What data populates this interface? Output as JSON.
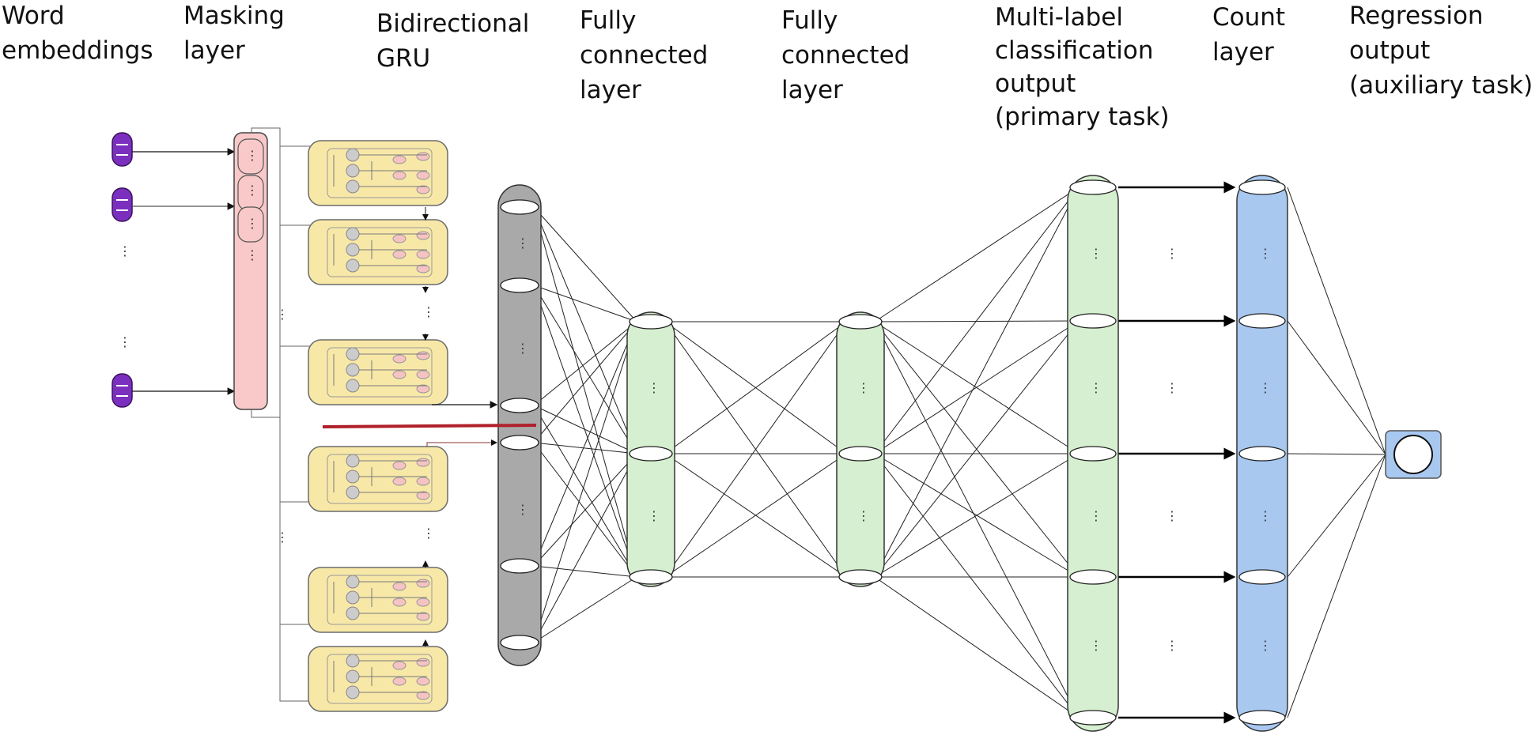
{
  "labels": {
    "word_embeddings": [
      "Word",
      "embeddings"
    ],
    "masking_layer": [
      "Masking",
      "layer"
    ],
    "bidirectional_gru": [
      "Bidirectional",
      "GRU"
    ],
    "fc1": [
      "Fully",
      "connected",
      "layer"
    ],
    "fc2": [
      "Fully",
      "connected",
      "layer"
    ],
    "multilabel": [
      "Multi-label",
      "classification",
      "output",
      "(primary task)"
    ],
    "count_layer": [
      "Count",
      "layer"
    ],
    "regression": [
      "Regression",
      "output",
      "(auxiliary task)"
    ]
  },
  "ellipsis": "⋮",
  "colors": {
    "embedding": "#7b2fbe",
    "masking": "#f9c9c9",
    "gru": "#f8e8a8",
    "gru_border": "#c8a84a",
    "dense_gray": "#a9a9a9",
    "fc_green": "#d6efd0",
    "count_blue": "#a8c8f0",
    "output_box": "#a8c8f0",
    "highlight_line": "#b0202a"
  }
}
